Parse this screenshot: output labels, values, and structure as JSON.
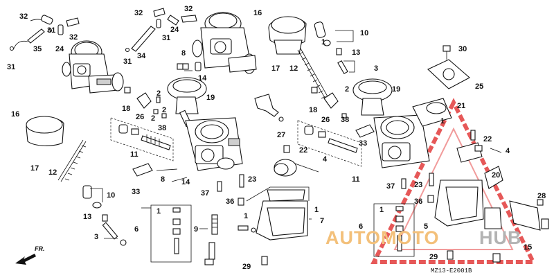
{
  "diagram_code": "MZ13-E2001B",
  "direction_label": "FR.",
  "watermark": {
    "text_primary": "AUTOMOTO",
    "text_secondary": "HUB",
    "color_primary": "#f3c07a",
    "color_secondary": "#b3b3b3",
    "triangle_color": "#e23b3b"
  },
  "callouts": [
    "1",
    "2",
    "3",
    "4",
    "5",
    "6",
    "7",
    "8",
    "9",
    "10",
    "11",
    "12",
    "13",
    "14",
    "15",
    "16",
    "17",
    "18",
    "19",
    "20",
    "21",
    "22",
    "23",
    "24",
    "25",
    "26",
    "27",
    "28",
    "29",
    "30",
    "31",
    "32",
    "33",
    "34",
    "35",
    "36",
    "37",
    "38"
  ]
}
